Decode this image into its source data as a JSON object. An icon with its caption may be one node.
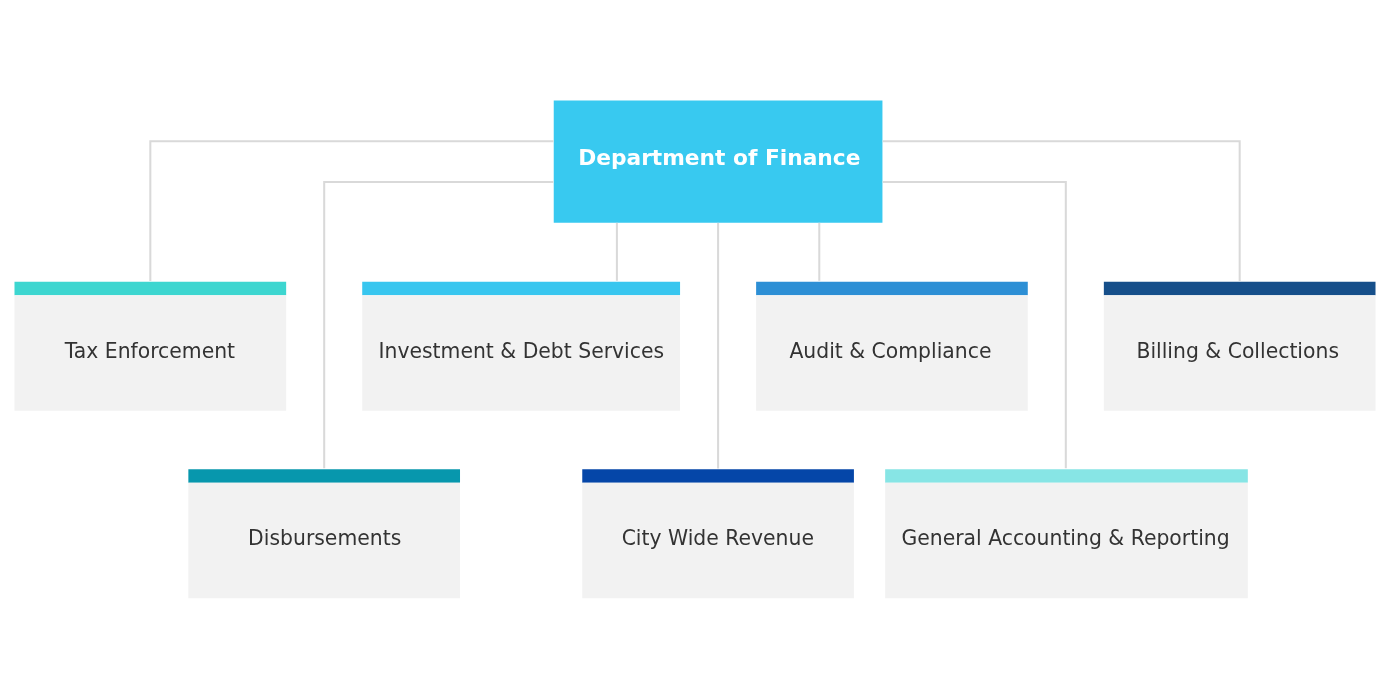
{
  "diagram": {
    "nodes": [
      {
        "text": [
          "Department of Finance"
        ]
      },
      {
        "text": [
          "Tax Enforcement"
        ]
      },
      {
        "text": [
          "Investment & Debt Services"
        ]
      },
      {
        "text": [
          "Audit & Compliance"
        ]
      },
      {
        "text": [
          "Billing & Collections"
        ]
      },
      {
        "text": [
          "Disbursements"
        ]
      },
      {
        "text": [
          "City Wide Revenue"
        ]
      },
      {
        "text": [
          "General Accounting & Reporting"
        ]
      }
    ],
    "edges": [
      {
        "from": 0,
        "to": 1,
        "arrow": "none"
      },
      {
        "from": 0,
        "to": 2,
        "arrow": "none"
      },
      {
        "from": 0,
        "to": 3,
        "arrow": "none"
      },
      {
        "from": 0,
        "to": 4,
        "arrow": "none"
      },
      {
        "from": 0,
        "to": 5,
        "arrow": "none"
      },
      {
        "from": 0,
        "to": 6,
        "arrow": "none"
      },
      {
        "from": 0,
        "to": 7,
        "arrow": "none"
      }
    ]
  }
}
